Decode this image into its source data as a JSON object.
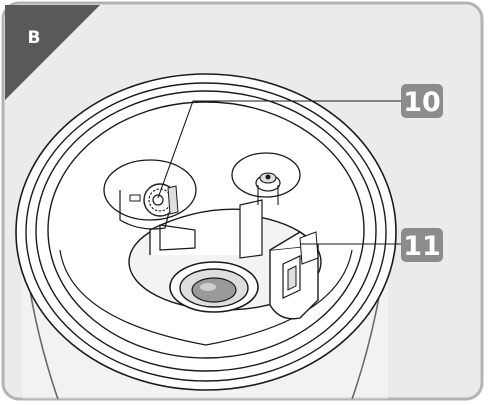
{
  "panel": {
    "label": "B"
  },
  "callouts": [
    {
      "label": "10",
      "target": "drive-gear"
    },
    {
      "label": "11",
      "target": "float-switch"
    }
  ],
  "colors": {
    "panel_background": "#ebebeb",
    "frame": "#b3b3b3",
    "corner_tab": "#595959",
    "callout_box": "#8c8c8c",
    "line": "#1a1a1a",
    "fill_light": "#ffffff",
    "fill_mid": "#dedede"
  }
}
